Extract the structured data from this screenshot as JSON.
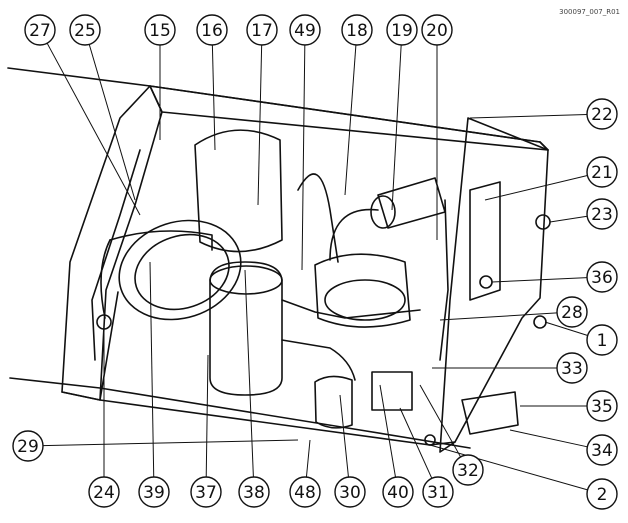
{
  "doc_ref": "300097_007_R01",
  "callouts": [
    "27",
    "25",
    "15",
    "16",
    "17",
    "49",
    "18",
    "19",
    "20",
    "22",
    "21",
    "23",
    "36",
    "28",
    "1",
    "33",
    "35",
    "34",
    "2",
    "29",
    "24",
    "39",
    "37",
    "38",
    "48",
    "30",
    "40",
    "31",
    "32"
  ]
}
